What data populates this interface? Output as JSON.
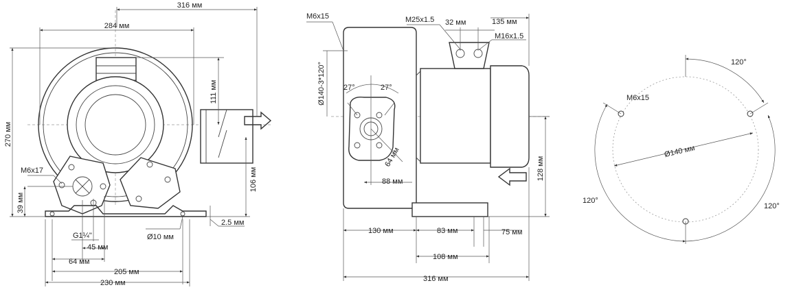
{
  "colors": {
    "line": "#333333",
    "centerline": "#999999",
    "background": "#ffffff"
  },
  "views": {
    "front": {
      "dims": {
        "d316": "316 мм",
        "d284": "284 мм",
        "d270": "270 мм",
        "d111": "111 мм",
        "d106": "106 мм",
        "d39": "39 мм",
        "d25": "2.5 мм",
        "d45": "45 мм",
        "d64": "64 мм",
        "d205": "205 мм",
        "d230": "230 мм"
      },
      "labels": {
        "m6x17": "M6x17",
        "g114": "G1¼\"",
        "phi10": "Ø10 мм"
      }
    },
    "side": {
      "dims": {
        "d32": "32 мм",
        "d135": "135 мм",
        "d64": "64 мм",
        "d88": "88 мм",
        "d128": "128 мм",
        "d130": "130 мм",
        "d83": "83 мм",
        "d75": "75 мм",
        "d108": "108 мм",
        "d316": "316 мм"
      },
      "labels": {
        "m6x15": "M6x15",
        "m25": "M25x1.5",
        "m16": "M16x1.5",
        "phi140": "Ø140-3*120°",
        "a27l": "27°",
        "a27r": "27°"
      }
    },
    "flange": {
      "labels": {
        "m6x15": "M6x15",
        "phi140": "Ø140 мм",
        "a120top": "120°",
        "a120left": "120°",
        "a120right": "120°"
      }
    }
  }
}
